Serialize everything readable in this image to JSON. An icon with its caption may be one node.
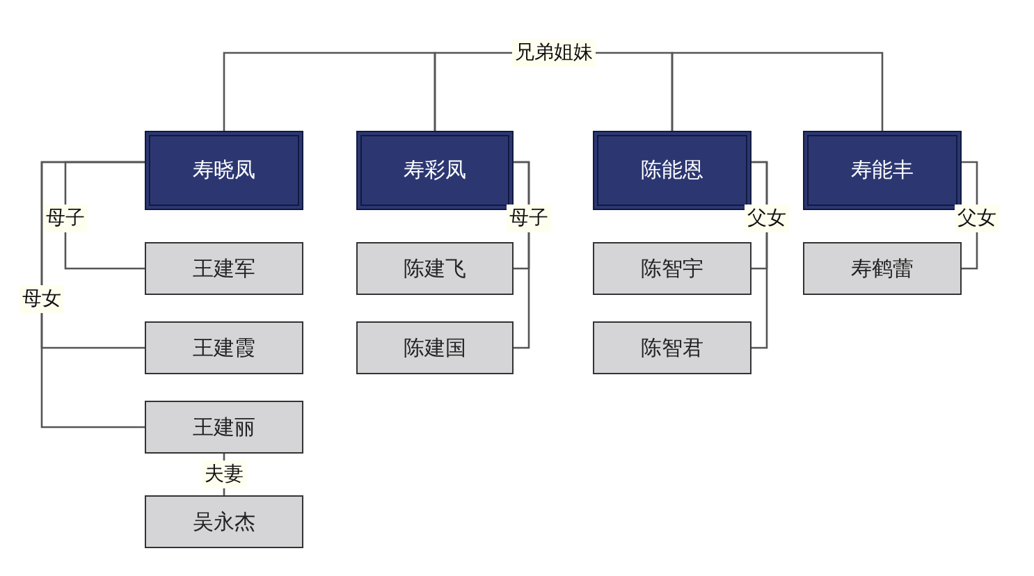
{
  "diagram": {
    "nodes": [
      {
        "text": [
          "寿晓凤"
        ]
      },
      {
        "text": [
          "王建军"
        ]
      },
      {
        "text": [
          "王建霞"
        ]
      },
      {
        "text": [
          "王建丽"
        ]
      },
      {
        "text": [
          "吴永杰"
        ]
      },
      {
        "text": [
          "寿彩凤"
        ]
      },
      {
        "text": [
          "陈建飞"
        ]
      },
      {
        "text": [
          "陈建国"
        ]
      },
      {
        "text": [
          "陈能恩"
        ]
      },
      {
        "text": [
          "陈智宇"
        ]
      },
      {
        "text": [
          "陈智君"
        ]
      },
      {
        "text": [
          "寿能丰"
        ]
      },
      {
        "text": [
          "寿鹤蕾"
        ]
      }
    ],
    "edges": [
      {
        "from": 0,
        "to": 5,
        "arrow": "none"
      },
      {
        "from": 5,
        "to": 8,
        "arrow": "none",
        "label": "兄弟姐妹"
      },
      {
        "from": 8,
        "to": 11,
        "arrow": "none"
      },
      {
        "from": 0,
        "to": 1,
        "arrow": "none",
        "label": "母子"
      },
      {
        "from": 0,
        "to": 2,
        "arrow": "none",
        "label": "母女"
      },
      {
        "from": 0,
        "to": 3,
        "arrow": "none"
      },
      {
        "from": 3,
        "to": 4,
        "arrow": "none",
        "label": "夫妻"
      },
      {
        "from": 5,
        "to": 6,
        "arrow": "none",
        "label": "母子"
      },
      {
        "from": 5,
        "to": 7,
        "arrow": "none"
      },
      {
        "from": 8,
        "to": 9,
        "arrow": "none",
        "label": "父女"
      },
      {
        "from": 8,
        "to": 10,
        "arrow": "none"
      },
      {
        "from": 11,
        "to": 12,
        "arrow": "none",
        "label": "父女"
      }
    ]
  }
}
